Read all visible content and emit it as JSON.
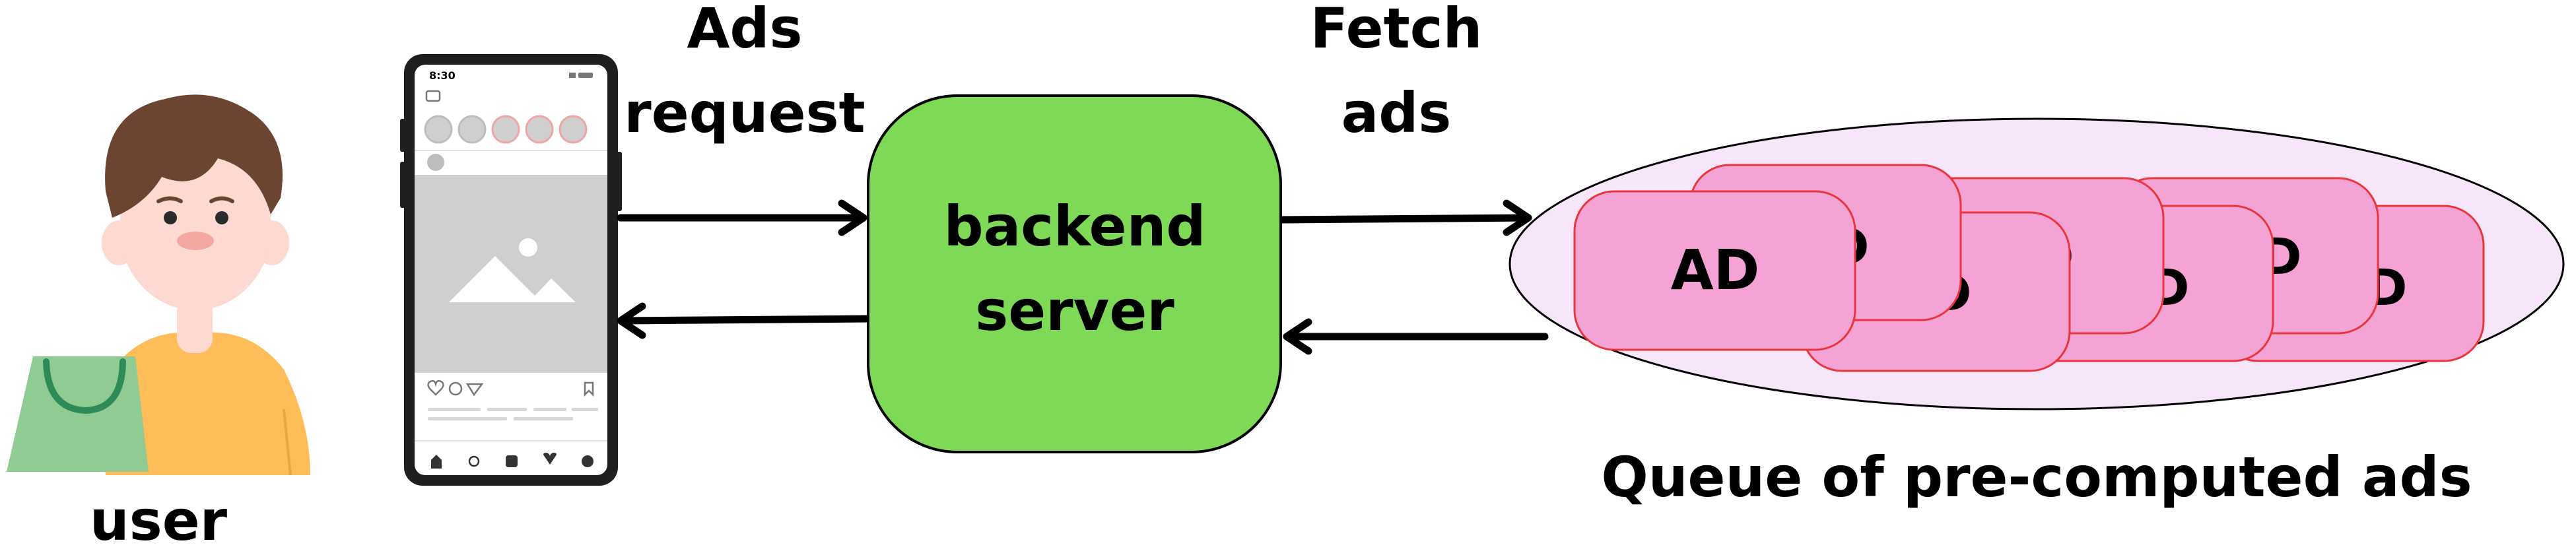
{
  "labels": {
    "user": "user",
    "ads_request_line1": "Ads",
    "ads_request_line2": "request",
    "fetch_line1": "Fetch",
    "fetch_line2": "ads",
    "server_line1": "backend",
    "server_line2": "server",
    "queue": "Queue of pre-computed ads",
    "phone_time": "8:30"
  },
  "ads": {
    "front_label": "AD",
    "hidden_label_fragments": [
      "D",
      "D",
      "D",
      "D",
      "D",
      "D",
      "D"
    ]
  },
  "colors": {
    "server_fill": "#7ED957",
    "queue_fill": "#F7E6FA",
    "ad_fill": "#F5A3D4",
    "ad_stroke": "#E8363C",
    "skin": "#FDD9D2",
    "hair": "#6B4432",
    "shirt": "#FFBD59",
    "bag": "#8FCB92",
    "bag_handle": "#2E8B57"
  },
  "icons": {
    "phone": "smartphone-icon",
    "user": "user-avatar-icon",
    "image_placeholder": "image-placeholder-icon"
  }
}
